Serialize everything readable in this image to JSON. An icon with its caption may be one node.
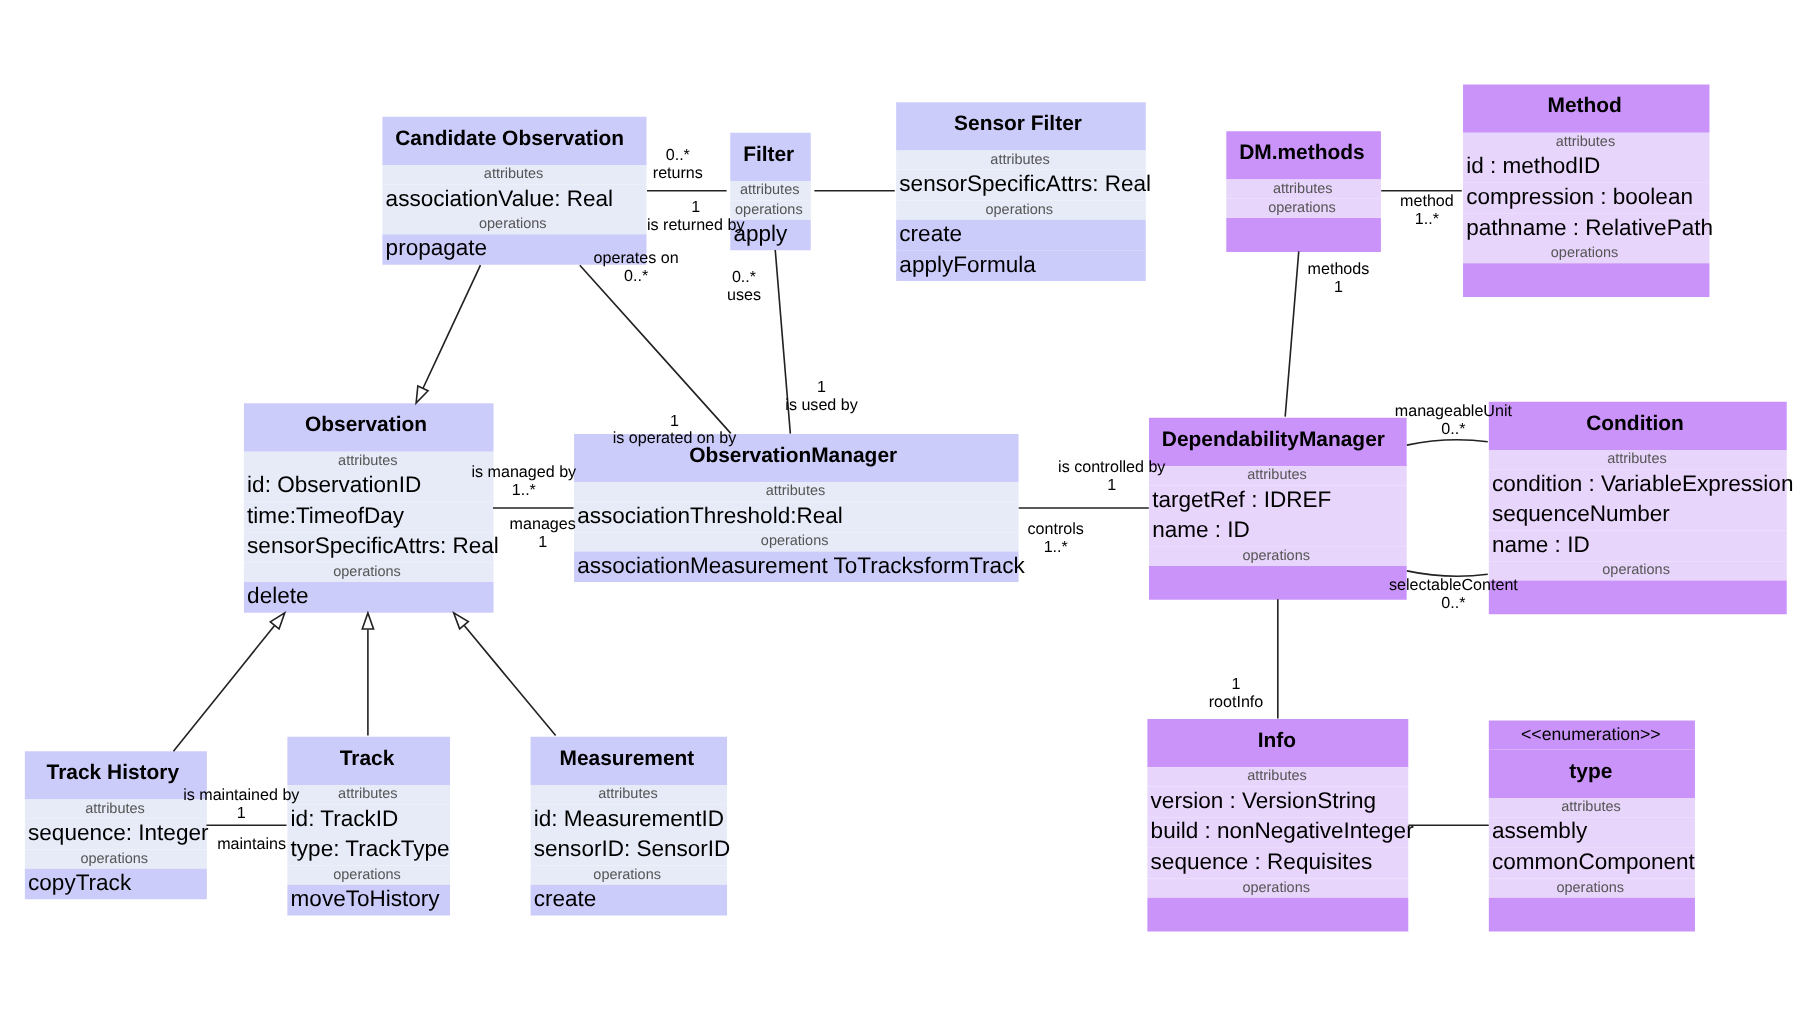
{
  "diagram": {
    "nodes": [
      {
        "text": [
          "Candidate Observation",
          "attributes",
          "associationValue: Real",
          "operations",
          "propagate"
        ]
      },
      {
        "text": [
          "Filter",
          "attributes",
          "operations",
          "apply"
        ]
      },
      {
        "text": [
          "Sensor Filter",
          "attributes",
          "sensorSpecificAttrs: Real",
          "operations",
          "create",
          "applyFormula"
        ]
      },
      {
        "text": [
          "DM.methods",
          "attributes",
          "operations"
        ]
      },
      {
        "text": [
          "Method",
          "attributes",
          "id : methodID",
          "compression : boolean",
          "pathname : RelativePath",
          "operations"
        ]
      },
      {
        "text": [
          "Observation",
          "attributes",
          "id: ObservationID",
          "time:TimeofDay",
          "sensorSpecificAttrs: Real",
          "operations",
          "delete"
        ]
      },
      {
        "text": [
          "ObservationManager",
          "attributes",
          "associationThreshold:Real",
          "operations",
          "associationMeasurement ToTracksformTrack"
        ]
      },
      {
        "text": [
          "DependabilityManager",
          "attributes",
          "targetRef : IDREF",
          "name : ID",
          "operations"
        ]
      },
      {
        "text": [
          "Condition",
          "attributes",
          "condition : VariableExpression",
          "sequenceNumber",
          "name : ID",
          "operations"
        ]
      },
      {
        "text": [
          "Track History",
          "attributes",
          "sequence: Integer",
          "operations",
          "copyTrack"
        ]
      },
      {
        "text": [
          "Track",
          "attributes",
          "id: TrackID",
          "type: TrackType",
          "operations",
          "moveToHistory"
        ]
      },
      {
        "text": [
          "Measurement",
          "attributes",
          "id: MeasurementID",
          "sensorID: SensorID",
          "operations",
          "create"
        ]
      },
      {
        "text": [
          "Info",
          "attributes",
          "version : VersionString",
          "build : nonNegativeInteger",
          "sequence : Requisites",
          "operations"
        ]
      },
      {
        "text": [
          "<<enumeration>>",
          "type",
          "attributes",
          "assembly",
          "commonComponent",
          "operations"
        ]
      }
    ],
    "edges": [
      {
        "from": 0,
        "to": 1,
        "arrow": "none"
      },
      {
        "from": 0,
        "to": 6,
        "arrow": "none"
      },
      {
        "from": 1,
        "to": 2,
        "arrow": "none"
      },
      {
        "from": 1,
        "to": 6,
        "arrow": "none"
      },
      {
        "from": 0,
        "to": 5,
        "arrow": "to"
      },
      {
        "from": 5,
        "to": 6,
        "arrow": "none"
      },
      {
        "from": 6,
        "to": 7,
        "arrow": "none"
      },
      {
        "from": 9,
        "to": 5,
        "arrow": "to"
      },
      {
        "from": 10,
        "to": 5,
        "arrow": "to"
      },
      {
        "from": 11,
        "to": 5,
        "arrow": "to"
      },
      {
        "from": 9,
        "to": 10,
        "arrow": "none"
      },
      {
        "from": 3,
        "to": 4,
        "arrow": "none"
      },
      {
        "from": 3,
        "to": 7,
        "arrow": "none"
      },
      {
        "from": 7,
        "to": 8,
        "arrow": "none"
      },
      {
        "from": 7,
        "to": 8,
        "arrow": "none"
      },
      {
        "from": 7,
        "to": 12,
        "arrow": "none"
      },
      {
        "from": 12,
        "to": 13,
        "arrow": "none"
      }
    ],
    "labels": [
      "0..*",
      "returns",
      "1",
      "is returned by",
      "method",
      "1..*",
      "operates on",
      "0..*",
      "uses",
      "methods",
      "1",
      "0..*",
      "1",
      "is operated on by",
      "1",
      "is used by",
      "selectableContent",
      "is managed by",
      "manages",
      "controls",
      "is controlled by",
      "0..*",
      "1..*",
      "1",
      "1..*",
      "1",
      "manageableUnit",
      "0..*",
      "is maintained by",
      "maintains",
      "1",
      "1",
      "rootInfo"
    ]
  }
}
